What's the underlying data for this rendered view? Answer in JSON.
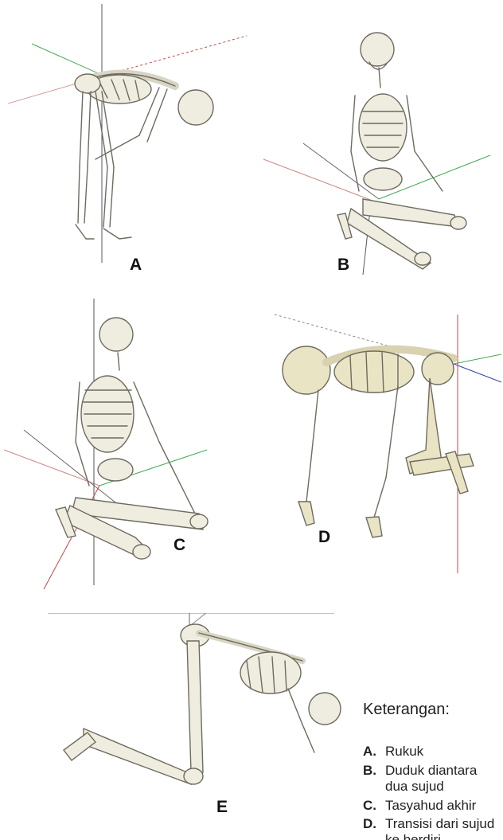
{
  "panels": [
    {
      "id": "A",
      "label": "A"
    },
    {
      "id": "B",
      "label": "B"
    },
    {
      "id": "C",
      "label": "C"
    },
    {
      "id": "D",
      "label": "D"
    },
    {
      "id": "E",
      "label": "E"
    }
  ],
  "legend": {
    "title": "Keterangan:",
    "items": [
      {
        "key": "A.",
        "text": "Rukuk"
      },
      {
        "key": "B.",
        "text": "Duduk diantara",
        "text2": "dua sujud"
      },
      {
        "key": "C.",
        "text": "Tasyahud akhir"
      },
      {
        "key": "D.",
        "text": "Transisi dari sujud",
        "text2": "ke berdiri"
      }
    ]
  },
  "colors": {
    "bone": "#efeddf",
    "bone_outline": "#6f6b5f",
    "axis_red": "#cc4444",
    "axis_green": "#44aa55",
    "axis_blue": "#3344aa",
    "axis_black": "#555555"
  }
}
